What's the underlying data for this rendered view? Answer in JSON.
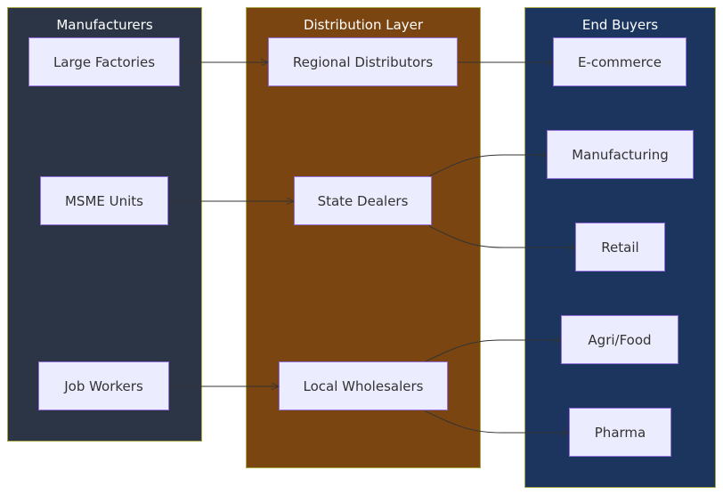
{
  "colors": {
    "lane_manufacturers": "#2c3545",
    "lane_distribution": "#7a4511",
    "lane_end_buyers": "#1c355e",
    "lane_border": "#a9a94a",
    "node_fill": "#ececff",
    "node_border": "#9370db",
    "edge": "#333333"
  },
  "lanes": {
    "manufacturers": {
      "title": "Manufacturers"
    },
    "distribution": {
      "title": "Distribution Layer"
    },
    "end_buyers": {
      "title": "End Buyers"
    }
  },
  "nodes": {
    "large_factories": "Large Factories",
    "msme_units": "MSME Units",
    "job_workers": "Job Workers",
    "regional_distributors": "Regional Distributors",
    "state_dealers": "State Dealers",
    "local_wholesalers": "Local Wholesalers",
    "ecommerce": "E-commerce",
    "manufacturing": "Manufacturing",
    "retail": "Retail",
    "agri_food": "Agri/Food",
    "pharma": "Pharma"
  },
  "edges": [
    {
      "from": "large_factories",
      "to": "regional_distributors"
    },
    {
      "from": "msme_units",
      "to": "state_dealers"
    },
    {
      "from": "job_workers",
      "to": "local_wholesalers"
    },
    {
      "from": "regional_distributors",
      "to": "ecommerce"
    },
    {
      "from": "state_dealers",
      "to": "manufacturing"
    },
    {
      "from": "state_dealers",
      "to": "retail"
    },
    {
      "from": "local_wholesalers",
      "to": "agri_food"
    },
    {
      "from": "local_wholesalers",
      "to": "pharma"
    }
  ]
}
